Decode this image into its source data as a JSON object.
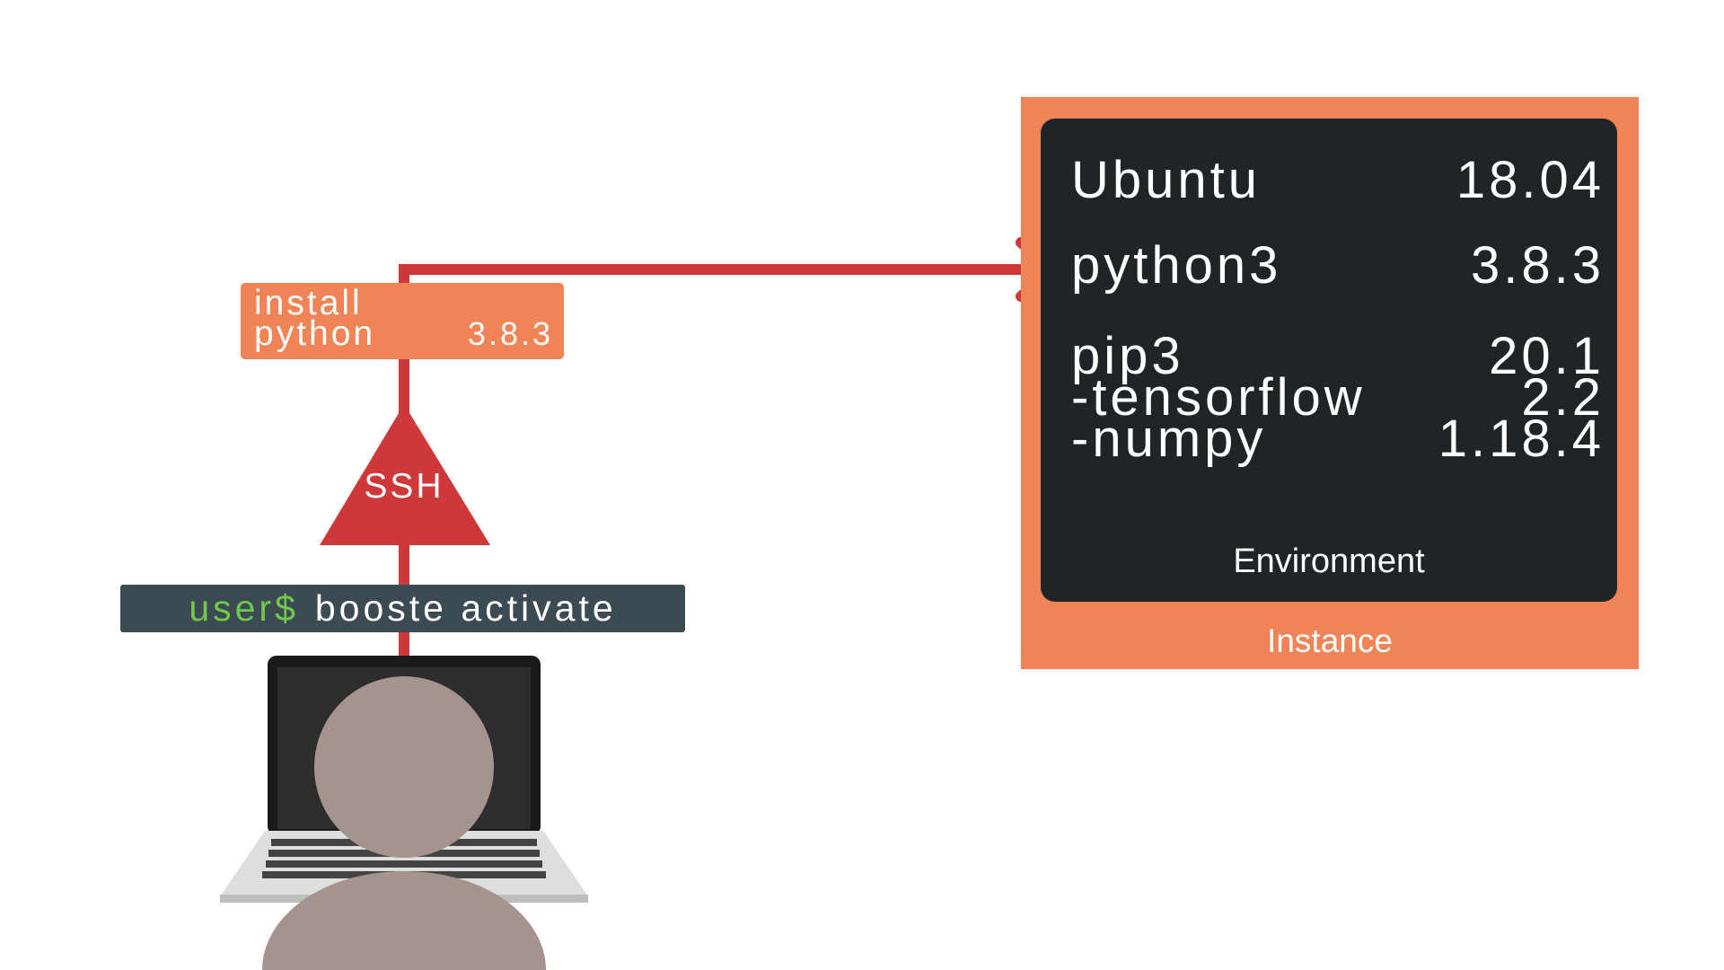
{
  "install": {
    "line1": "install",
    "line2": "python",
    "version": "3.8.3"
  },
  "ssh": {
    "label": "SSH"
  },
  "command": {
    "prompt": "user$",
    "text": "booste activate"
  },
  "instance": {
    "label": "Instance",
    "environment": {
      "label": "Environment",
      "rows": [
        {
          "name": "Ubuntu",
          "version": "18.04"
        },
        {
          "name": "python3",
          "version": "3.8.3"
        },
        {
          "name": "pip3",
          "version": "20.1"
        },
        {
          "name": "-tensorflow",
          "version": "2.2"
        },
        {
          "name": "-numpy",
          "version": "1.18.4"
        }
      ]
    }
  },
  "colors": {
    "arrow": "#cf3838",
    "accent": "#f08456",
    "dark": "#212427",
    "command_bar": "#3c4a54",
    "prompt": "#70c94d",
    "person": "#a59390"
  },
  "icons": [
    "laptop-icon",
    "user-avatar-icon",
    "ssh-triangle-icon",
    "arrow-head-icon"
  ]
}
